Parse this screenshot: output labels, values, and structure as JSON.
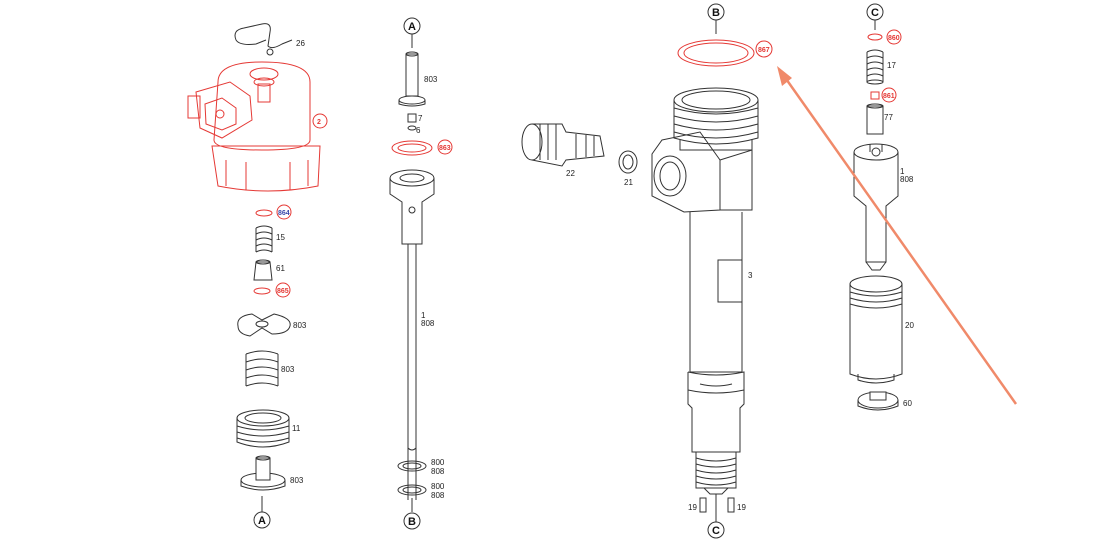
{
  "colors": {
    "part_highlight": "#e53935",
    "annotation_arrow": "#f08a6a",
    "line": "#333333"
  },
  "connectors": {
    "a_bottom": "A",
    "a_top": "A",
    "b_bottom": "B",
    "b_top": "B",
    "c_bottom": "C",
    "c_top": "C"
  },
  "labels": {
    "p26": "26",
    "p2": "2",
    "p864": "864",
    "p15": "15",
    "p61": "61",
    "p865": "865",
    "p803a": "803",
    "p803b": "803",
    "p11": "11",
    "p803c": "803",
    "p803d": "803",
    "p7": "7",
    "p6": "6",
    "p863": "863",
    "p808a_1": "1",
    "p808a_2": "808",
    "p800a": "800",
    "p808b": "808",
    "p800b": "800",
    "p808c": "808",
    "p867": "867",
    "p22": "22",
    "p21": "21",
    "p3": "3",
    "p19a": "19",
    "p19b": "19",
    "p860": "860",
    "p17": "17",
    "p861": "861",
    "p77": "77",
    "p808d_1": "1",
    "p808d_2": "808",
    "p20": "20",
    "p60": "60"
  }
}
